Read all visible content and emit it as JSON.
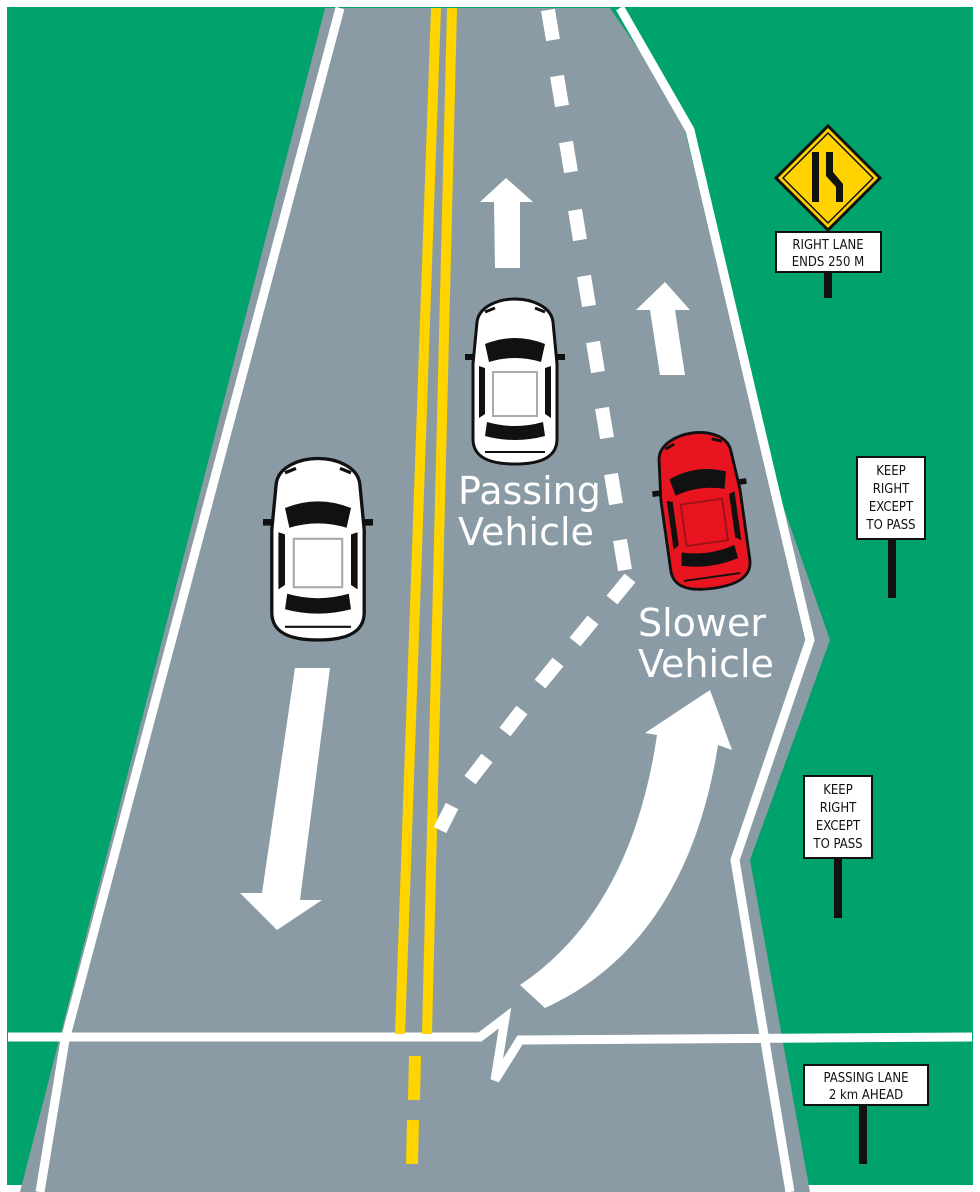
{
  "labels": {
    "passing_line1": "Passing",
    "passing_line2": "Vehicle",
    "slower_line1": "Slower",
    "slower_line2": "Vehicle"
  },
  "signs": {
    "right_lane_ends": {
      "line1": "RIGHT LANE",
      "line2": "ENDS 250 M"
    },
    "keep_right_upper": {
      "line1": "KEEP",
      "line2": "RIGHT",
      "line3": "EXCEPT",
      "line4": "TO PASS"
    },
    "keep_right_lower": {
      "line1": "KEEP",
      "line2": "RIGHT",
      "line3": "EXCEPT",
      "line4": "TO PASS"
    },
    "passing_lane_ahead": {
      "line1": "PASSING LANE",
      "line2": "2 km AHEAD"
    }
  },
  "colors": {
    "grass": "#00a36b",
    "road": "#8a9ba6",
    "centre_line": "#ffd400",
    "passing_car": "#ffffff",
    "slower_car": "#e8141f",
    "warning_sign": "#ffd200"
  }
}
